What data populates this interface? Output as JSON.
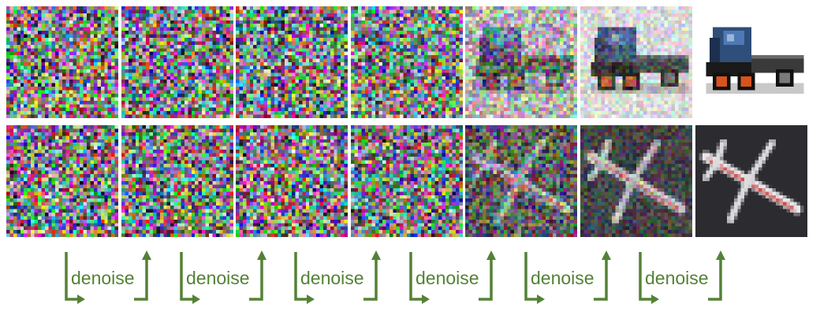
{
  "diagram": {
    "rows": [
      {
        "subject": "truck",
        "background": "#ffffff",
        "noise_levels": [
          1.0,
          1.0,
          1.0,
          0.95,
          0.6,
          0.3,
          0.0
        ]
      },
      {
        "subject": "airplane",
        "background": "#2b2b30",
        "noise_levels": [
          1.0,
          1.0,
          1.0,
          0.95,
          0.6,
          0.3,
          0.0
        ]
      }
    ],
    "steps": [
      {
        "label": "denoise"
      },
      {
        "label": "denoise"
      },
      {
        "label": "denoise"
      },
      {
        "label": "denoise"
      },
      {
        "label": "denoise"
      },
      {
        "label": "denoise"
      }
    ],
    "colors": {
      "arrow": "#548235",
      "label": "#548235"
    }
  }
}
